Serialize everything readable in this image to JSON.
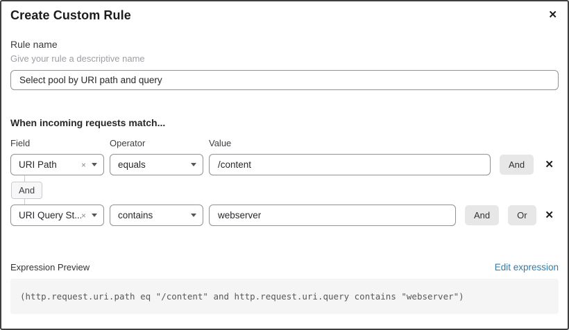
{
  "modal": {
    "title": "Create Custom Rule",
    "close_icon": "✕"
  },
  "rule_name": {
    "label": "Rule name",
    "hint": "Give your rule a descriptive name",
    "value": "Select pool by URI path and query"
  },
  "match_section": {
    "heading": "When incoming requests match...",
    "columns": {
      "field": "Field",
      "operator": "Operator",
      "value": "Value"
    },
    "rows": [
      {
        "field": "URI Path",
        "operator": "equals",
        "value": "/content",
        "and_label": "And",
        "remove_icon": "✕"
      },
      {
        "field": "URI Query St...",
        "operator": "contains",
        "value": "webserver",
        "and_label": "And",
        "or_label": "Or",
        "remove_icon": "✕"
      }
    ],
    "connector_label": "And",
    "clear_icon": "×"
  },
  "expression": {
    "label": "Expression Preview",
    "edit_link": "Edit expression",
    "code": "(http.request.uri.path eq \"/content\" and http.request.uri.query contains \"webserver\")"
  },
  "colors": {
    "link_blue": "#2c7cb0",
    "button_gray": "#e7e7e8",
    "code_background": "#f5f5f5",
    "border_dark": "#3f3f3f"
  }
}
